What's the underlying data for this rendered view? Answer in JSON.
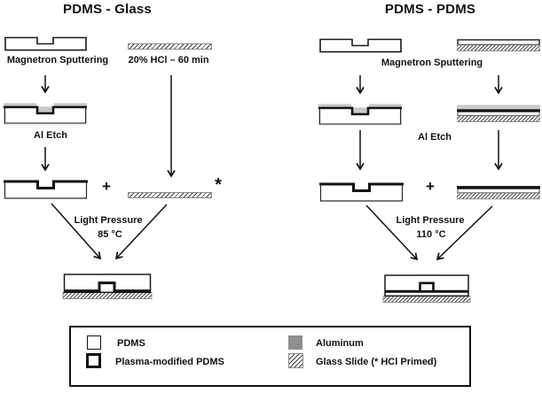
{
  "left_panel": {
    "title": "PDMS - Glass",
    "sputtering_label": "Magnetron Sputtering",
    "hcl_label": "20% HCl – 60 min",
    "etch_label": "Al Etch",
    "plus": "+",
    "asterisk": "*",
    "bond_label_line1": "Light Pressure",
    "bond_label_line2": "85 °C"
  },
  "right_panel": {
    "title": "PDMS - PDMS",
    "sputtering_label": "Magnetron Sputtering",
    "etch_label": "Al Etch",
    "plus": "+",
    "bond_label_line1": "Light Pressure",
    "bond_label_line2": "110 °C"
  },
  "legend": {
    "items": [
      {
        "label": "PDMS",
        "swatch": "pdms"
      },
      {
        "label": "Plasma-modified PDMS",
        "swatch": "plasma-modified-pdms"
      },
      {
        "label": "Aluminum",
        "swatch": "aluminum"
      },
      {
        "label": "Glass Slide (* HCl Primed)",
        "swatch": "glass-slide"
      }
    ]
  },
  "colors": {
    "ink": "#111111",
    "aluminum_swatch": "#8e8e8e",
    "aluminum_layer": "#c9c9c9"
  }
}
